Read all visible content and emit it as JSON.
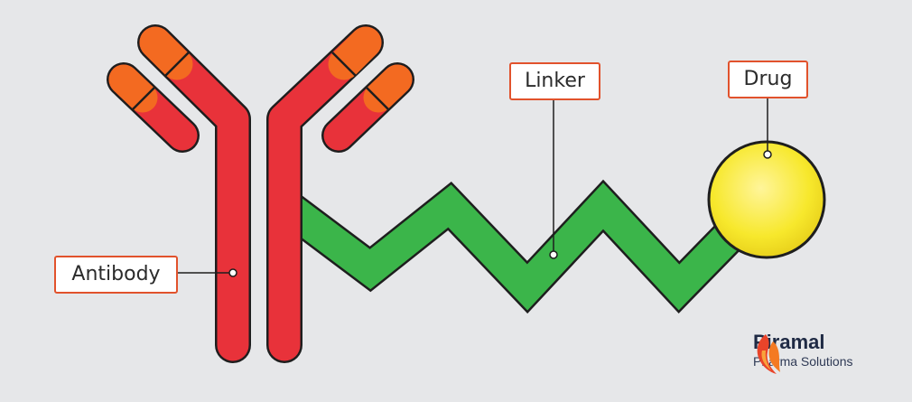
{
  "labels": {
    "antibody": "Antibody",
    "linker": "Linker",
    "drug": "Drug"
  },
  "logo": {
    "name": "Piramal",
    "subtitle": "Pharma Solutions"
  },
  "colors": {
    "background": "#e6e7e9",
    "antibody_red": "#e8323a",
    "antibody_orange": "#f36a21",
    "linker_green": "#3bb54a",
    "drug_yellow": "#f7e82c",
    "callout_border": "#e1522c",
    "outline": "#1e1e1e"
  }
}
